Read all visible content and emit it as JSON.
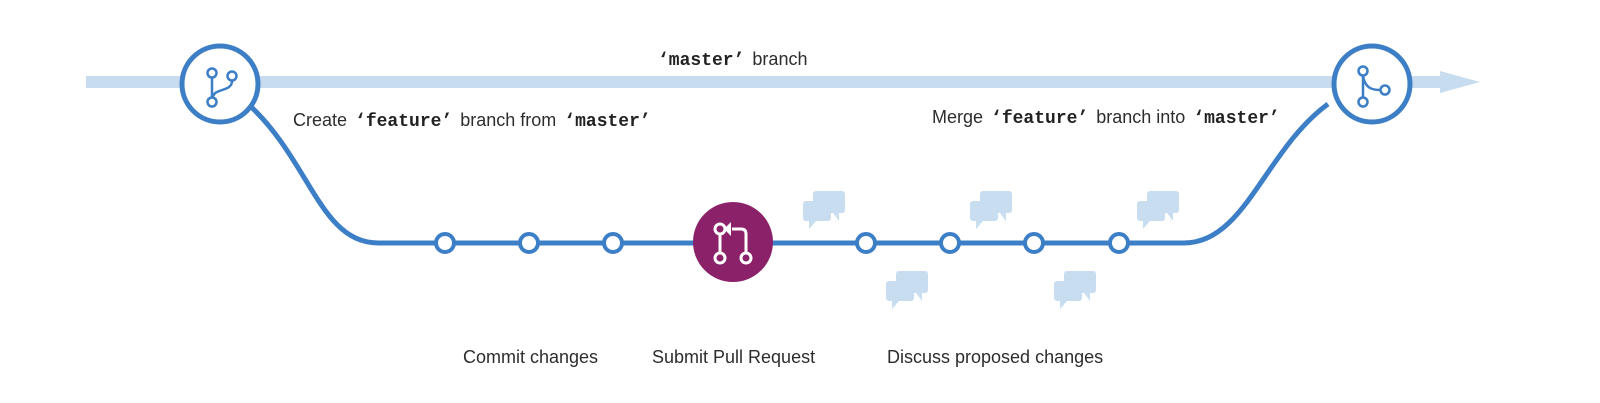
{
  "colors": {
    "master_line": "#c8dcf0",
    "feature_line": "#3c7fc6",
    "pull_request": "#8b2269",
    "comment_bubble": "#c9ddf0",
    "text": "#2d2d2d"
  },
  "icons": {
    "branch_node": "git-branch-icon",
    "merge_node": "git-merge-icon",
    "pull_request_node": "git-pull-request-icon",
    "comment": "comment-bubbles-icon"
  },
  "labels": {
    "master": {
      "code": "‘master’",
      "text": "branch"
    },
    "create": {
      "pre": "Create",
      "code1": "‘feature’",
      "mid": "branch from",
      "code2": "‘master’"
    },
    "merge": {
      "pre": "Merge",
      "code1": "‘feature’",
      "mid": "branch into",
      "code2": "‘master’"
    },
    "commit": "Commit changes",
    "pull_request": "Submit Pull Request",
    "discuss": "Discuss proposed changes"
  }
}
